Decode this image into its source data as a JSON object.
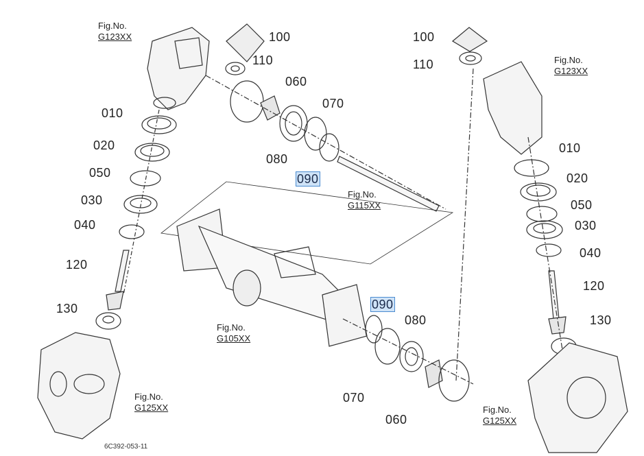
{
  "diagram": {
    "highlight_color": "#cfe3f7",
    "highlight_border": "#4a8bd0",
    "left_parts": [
      {
        "id": "100",
        "label": "100"
      },
      {
        "id": "110",
        "label": "110"
      },
      {
        "id": "060",
        "label": "060"
      },
      {
        "id": "070",
        "label": "070"
      },
      {
        "id": "080",
        "label": "080"
      },
      {
        "id": "090",
        "label": "090",
        "highlighted": true
      },
      {
        "id": "010",
        "label": "010"
      },
      {
        "id": "020",
        "label": "020"
      },
      {
        "id": "050",
        "label": "050"
      },
      {
        "id": "030",
        "label": "030"
      },
      {
        "id": "040",
        "label": "040"
      },
      {
        "id": "120",
        "label": "120"
      },
      {
        "id": "130",
        "label": "130"
      }
    ],
    "right_parts": [
      {
        "id": "100",
        "label": "100"
      },
      {
        "id": "110",
        "label": "110"
      },
      {
        "id": "010",
        "label": "010"
      },
      {
        "id": "020",
        "label": "020"
      },
      {
        "id": "050",
        "label": "050"
      },
      {
        "id": "030",
        "label": "030"
      },
      {
        "id": "040",
        "label": "040"
      },
      {
        "id": "120",
        "label": "120"
      },
      {
        "id": "130",
        "label": "130"
      }
    ],
    "center_parts": [
      {
        "id": "090",
        "label": "090",
        "highlighted": true
      },
      {
        "id": "080",
        "label": "080"
      },
      {
        "id": "070",
        "label": "070"
      },
      {
        "id": "060",
        "label": "060"
      }
    ],
    "fig_refs": [
      {
        "prefix": "Fig.No.",
        "code": "G123XX"
      },
      {
        "prefix": "Fig.No.",
        "code": "G123XX"
      },
      {
        "prefix": "Fig.No.",
        "code": "G115XX"
      },
      {
        "prefix": "Fig.No.",
        "code": "G105XX"
      },
      {
        "prefix": "Fig.No.",
        "code": "G125XX"
      },
      {
        "prefix": "Fig.No.",
        "code": "G125XX"
      }
    ],
    "drawing_number": "6C392-053-11"
  }
}
